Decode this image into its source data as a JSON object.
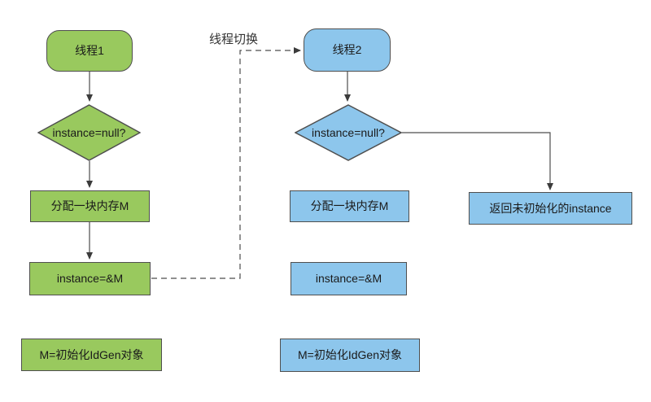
{
  "colors": {
    "green_fill": "#99c95e",
    "blue_fill": "#8dc6ec",
    "shape_border": "#4f4f4f",
    "line": "#4d4d4d",
    "text": "#1a1a1a"
  },
  "edge_label": "线程切换",
  "thread1": {
    "start": "线程1",
    "decision": "instance=null?",
    "alloc": "分配一块内存M",
    "assign": "instance=&M",
    "init": "M=初始化IdGen对象"
  },
  "thread2": {
    "start": "线程2",
    "decision": "instance=null?",
    "alloc": "分配一块内存M",
    "assign": "instance=&M",
    "init": "M=初始化IdGen对象",
    "return_step": "返回未初始化的instance"
  }
}
